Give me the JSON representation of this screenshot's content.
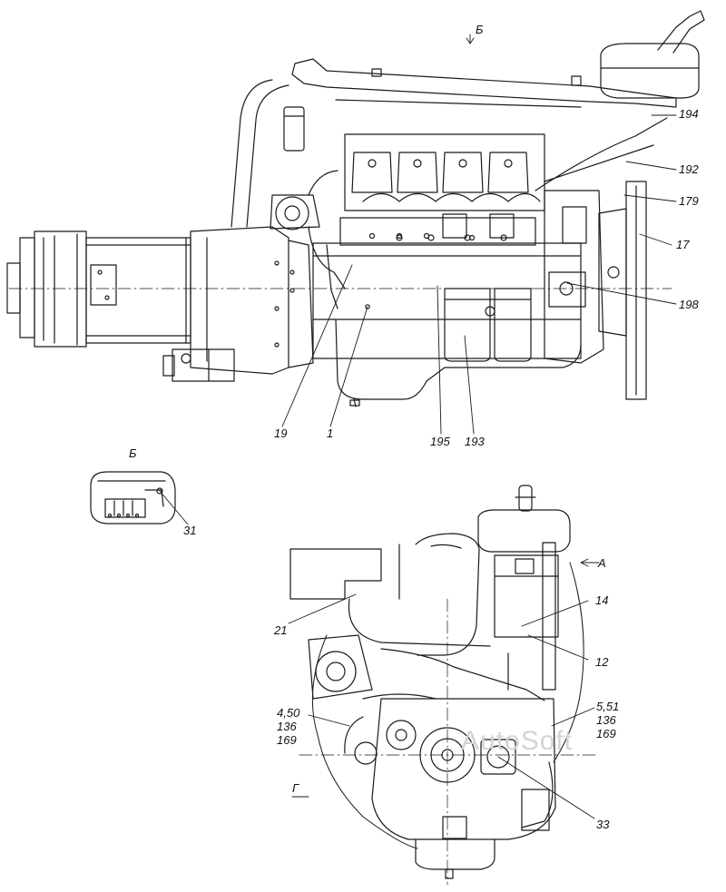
{
  "views": {
    "view_b_arrow": "Б",
    "view_b_title": "Б",
    "view_a_arrow": "А",
    "view_g_label": "Г"
  },
  "callouts_side": {
    "c194": "194",
    "c192": "192",
    "c179": "179",
    "c17": "17",
    "c198": "198",
    "c19": "19",
    "c1": "1",
    "c195": "195",
    "c193": "193"
  },
  "callouts_detail_b": {
    "c31": "31"
  },
  "callouts_front": {
    "c21": "21",
    "c14": "14",
    "c12": "12",
    "left_group": [
      "4,50",
      "136",
      "169"
    ],
    "right_group": [
      "5,51",
      "136",
      "169"
    ],
    "c33": "33"
  },
  "watermark": "AutoSoft"
}
